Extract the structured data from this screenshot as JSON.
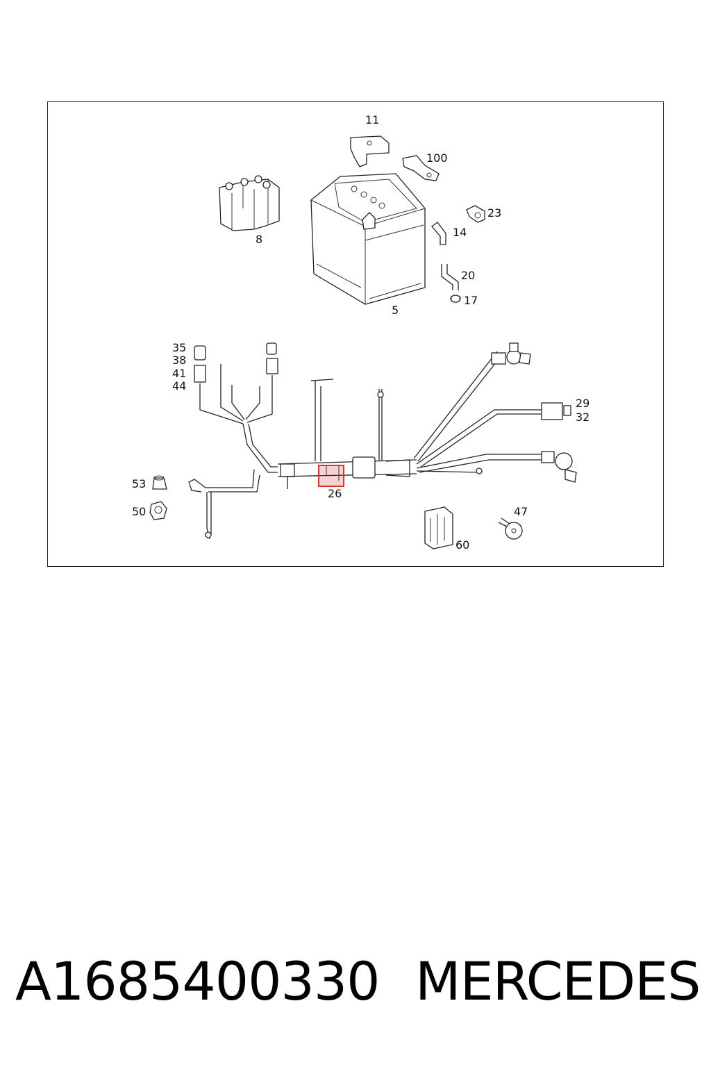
{
  "callouts": {
    "c11": "11",
    "c100": "100",
    "c8": "8",
    "c23": "23",
    "c14": "14",
    "c20": "20",
    "c17": "17",
    "c5": "5",
    "c35": "35",
    "c38": "38",
    "c41": "41",
    "c44": "44",
    "c29": "29",
    "c32": "32",
    "c53": "53",
    "c50": "50",
    "c26": "26",
    "c47": "47",
    "c60": "60"
  },
  "highlight": {
    "part": "26",
    "color": "#e03030"
  },
  "caption": {
    "part_number": "A1685400330",
    "brand": "MERCEDES"
  }
}
